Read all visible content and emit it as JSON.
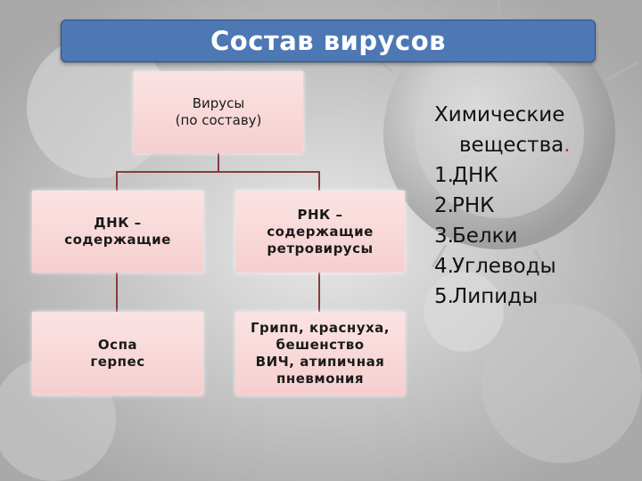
{
  "title": "Состав вирусов",
  "root": "Вирусы\n(по составу)",
  "dna_group": "ДНК –\nсодержащие",
  "rna_group": "РНК –\nсодержащие\nретровирусы",
  "dna_examples": "Оспа\nгерпес",
  "rna_examples": "Грипп, краснуха,\nбешенство\nВИЧ, атипичная\nпневмония",
  "chem": {
    "heading_line1": "Химические",
    "heading_line2": "вещества",
    "heading_dot": ".",
    "items": [
      {
        "num": "1.",
        "label": "ДНК"
      },
      {
        "num": "2.",
        "label": "РНК"
      },
      {
        "num": "3.",
        "label": "Белки"
      },
      {
        "num": "4.",
        "label": "Углеводы"
      },
      {
        "num": "5.",
        "label": "Липиды"
      }
    ]
  }
}
